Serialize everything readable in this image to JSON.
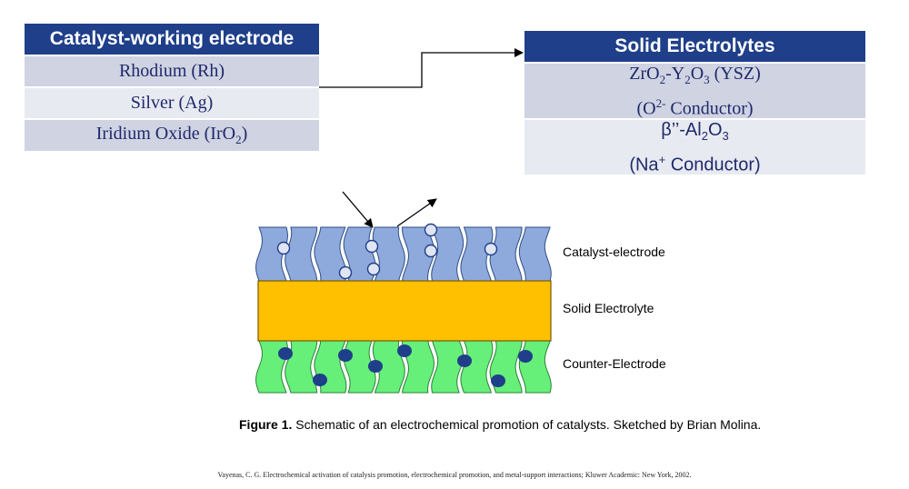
{
  "left_table": {
    "header": "Catalyst-working electrode",
    "rows": [
      {
        "text": "Rhodium (Rh)"
      },
      {
        "text": "Silver (Ag)"
      },
      {
        "text_before": "Iridium Oxide (IrO",
        "sub": "2",
        "text_after": ")"
      }
    ]
  },
  "right_table": {
    "header": "Solid Electrolytes",
    "row1": {
      "zr": "ZrO",
      "sub1": "2",
      "dash_y": "-Y",
      "sub2": "2",
      "o": "O",
      "sub3": "3",
      "ysz": " (YSZ)",
      "line2_before": "(O",
      "sup": "2-",
      "line2_after": " Conductor)"
    },
    "row2": {
      "beta": "β’’-Al",
      "sub1": "2",
      "o": "O",
      "sub2": "3",
      "line2_before": "(Na",
      "sup": "+",
      "line2_after": " Conductor)"
    }
  },
  "diagram": {
    "labels": {
      "catalyst": "Catalyst-electrode",
      "electrolyte": "Solid Electrolyte",
      "counter": "Counter-Electrode"
    },
    "colors": {
      "catalyst": "#8ea9db",
      "electrolyte": "#ffc000",
      "counter": "#66f07a",
      "ion_fill": "#1f3f8a",
      "header": "#1f3f8a"
    }
  },
  "caption": {
    "bold": "Figure 1.",
    "text": " Schematic of an electrochemical promotion of catalysts. Sketched by Brian Molina."
  },
  "reference": "Vayenas, C. G. Electrochemical activation of catalysis promotion, electrochemical promotion, and metal-support interactions; Kluwer Academic: New York, 2002."
}
